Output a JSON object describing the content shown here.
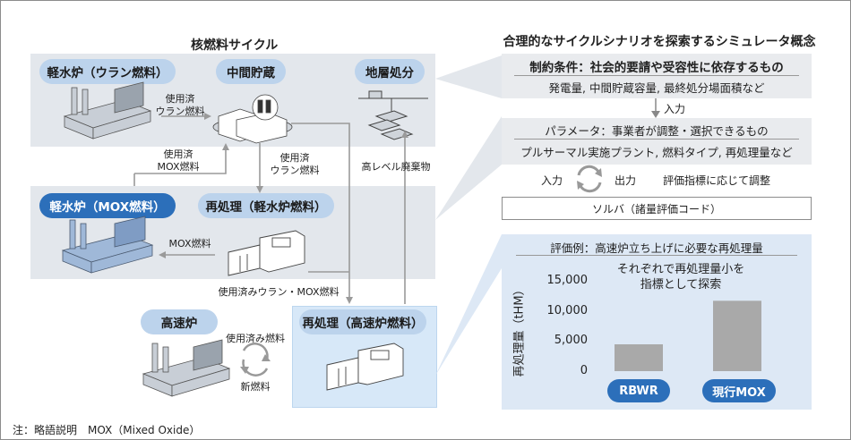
{
  "left": {
    "title": "核燃料サイクル",
    "lwr_uranium": "軽水炉（ウラン燃料）",
    "interim_storage": "中間貯蔵",
    "geological_disposal": "地層処分",
    "lwr_mox": "軽水炉（MOX燃料）",
    "reprocessing_lwr": "再処理（軽水炉燃料）",
    "fast_reactor": "高速炉",
    "reprocessing_fr": "再処理（高速炉燃料）",
    "arrow_spent_uranium_1": "使用済\nウラン燃料",
    "arrow_spent_mox": "使用済\nMOX燃料",
    "arrow_spent_uranium_2": "使用済\nウラン燃料",
    "arrow_hlw": "高レベル廃棄物",
    "arrow_mox_fuel": "MOX燃料",
    "arrow_spent_u_mox": "使用済みウラン・MOX燃料",
    "arrow_spent_fuel": "使用済み燃料",
    "arrow_new_fuel": "新燃料"
  },
  "right": {
    "title": "合理的なサイクルシナリオを探索するシミュレータ概念",
    "constraints_heading": "制約条件：社会的要請や受容性に依存するもの",
    "constraints_items": "発電量, 中間貯蔵容量, 最終処分場面積など",
    "input_1": "入力",
    "params_heading": "パラメータ：事業者が調整・選択できるもの",
    "params_items": "プルサーマル実施プラント, 燃料タイプ, 再処理量など",
    "loop_input": "入力",
    "loop_output": "出力",
    "loop_adjust": "評価指標に応じて調整",
    "solver": "ソルバ（諸量評価コード）"
  },
  "chart_data": {
    "type": "bar",
    "title": "評価例：高速炉立ち上げに必要な再処理量",
    "annotation": "それぞれで再処理量小を\n指標として探索",
    "ylabel": "再処理量（tHM）",
    "ylim": [
      0,
      15000
    ],
    "yticks": [
      "15,000",
      "10,000",
      "5,000",
      "0"
    ],
    "categories": [
      "RBWR",
      "現行MOX"
    ],
    "values": [
      4500,
      11800
    ],
    "bar_color": "#a9a9a9",
    "label_color": "#2c6fba"
  },
  "footnote": "注：略語説明　MOX（Mixed Oxide）",
  "colors": {
    "panel": "#e3e7ec",
    "pill": "#bcd3ec",
    "pill_dark": "#2c6fba",
    "chart_bg": "#dde8f5"
  }
}
